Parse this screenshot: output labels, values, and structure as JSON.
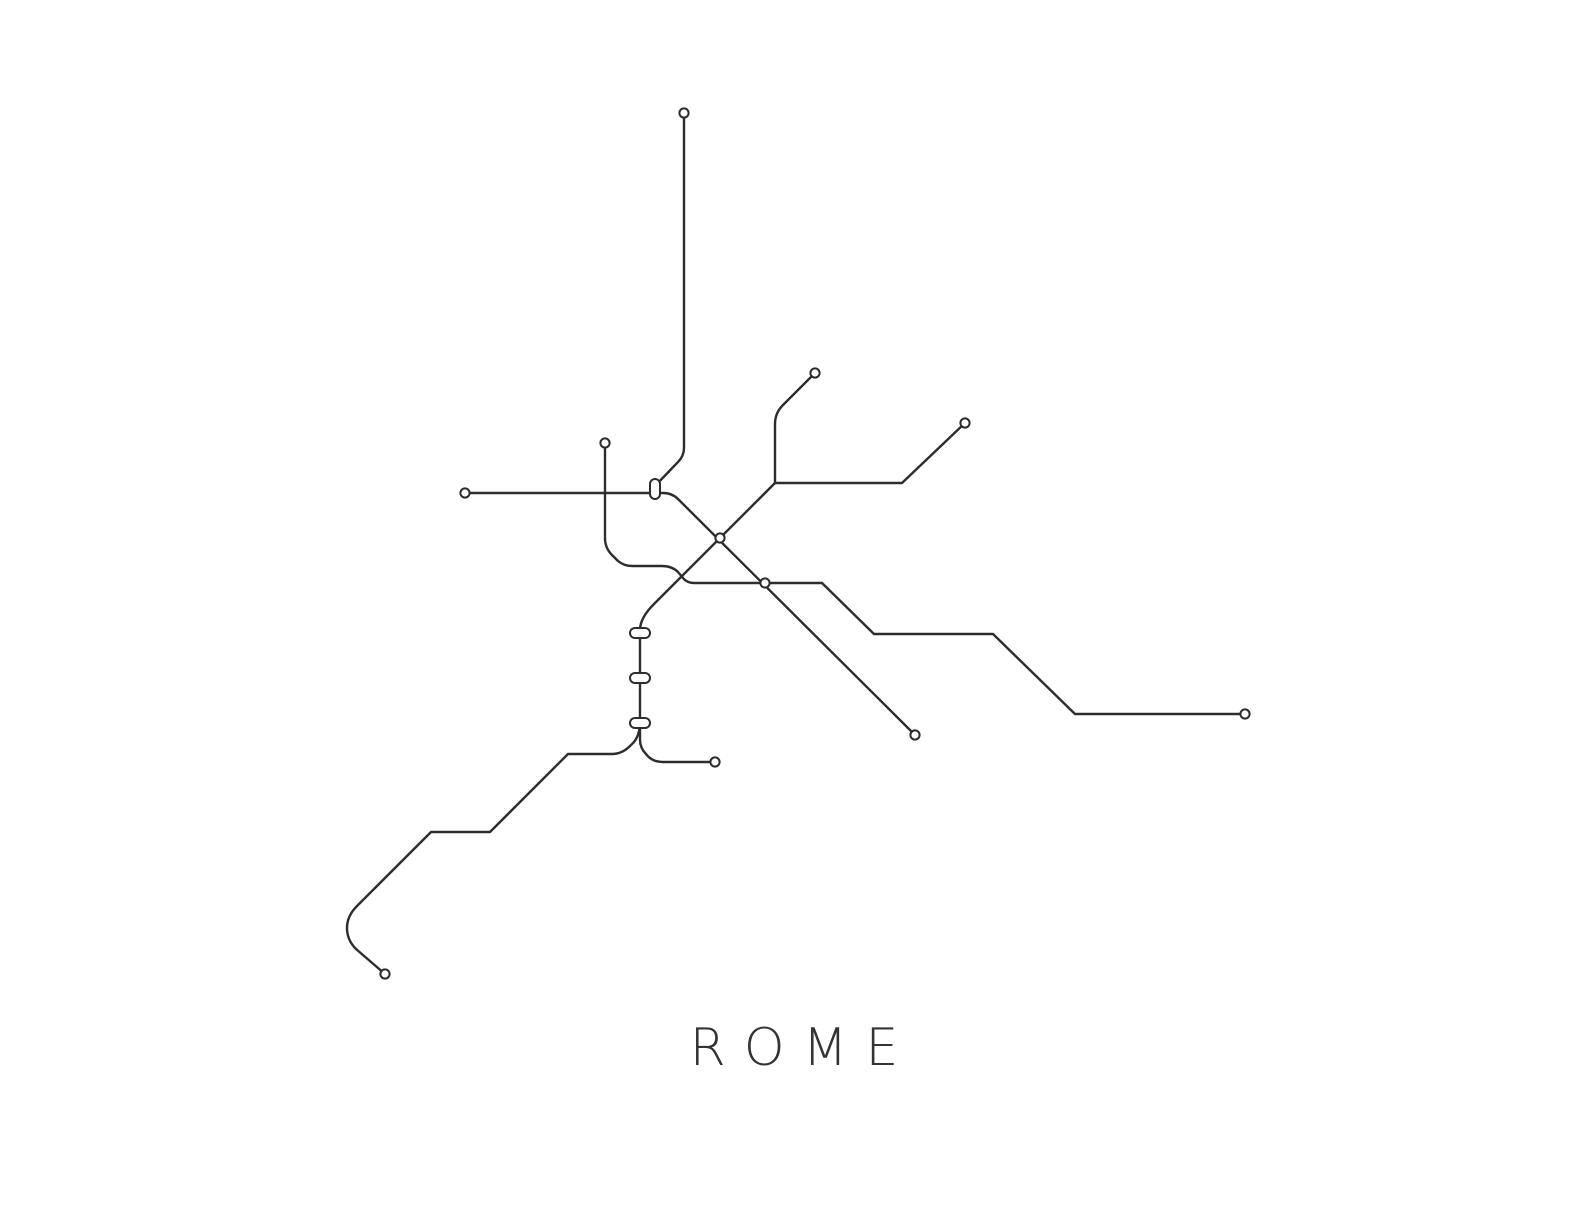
{
  "poster": {
    "city_name": "ROME"
  },
  "map": {
    "line_color": "#2d2d2d",
    "background_color": "#ffffff",
    "line_count": 3,
    "terminal_station_count": 9,
    "interchange_station_count": 6
  }
}
